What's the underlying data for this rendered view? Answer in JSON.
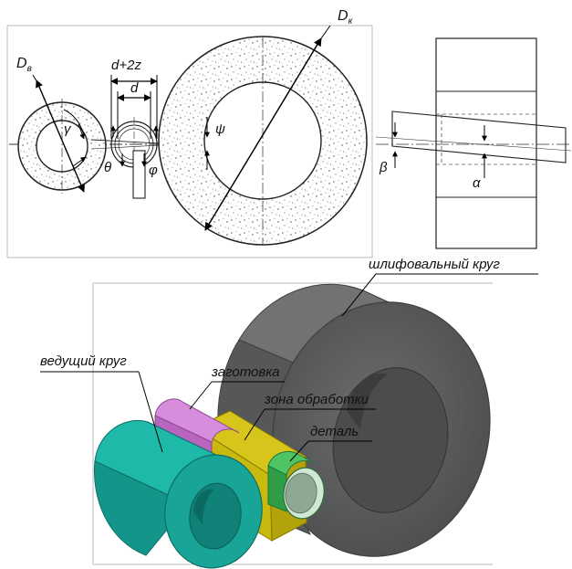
{
  "top_schematic": {
    "labels": {
      "feed_wheel_diameter": "D",
      "feed_wheel_diameter_sub": "в",
      "grinding_wheel_diameter": "D",
      "grinding_wheel_diameter_sub": "к",
      "stock_size": "d+2z",
      "part_diameter": "d",
      "gamma": "γ",
      "theta": "θ",
      "phi": "φ",
      "psi": "ψ",
      "beta": "β",
      "alpha": "α"
    }
  },
  "model_3d": {
    "labels": {
      "grinding_wheel": "шлифовальный круг",
      "feed_wheel": "ведущий круг",
      "workpiece": "заготовка",
      "machining_zone": "зона обработки",
      "part": "деталь"
    },
    "colors": {
      "grinding_wheel": "#5f6163",
      "feed_wheel": "#17a89a",
      "workpiece": "#c777cf",
      "machining_zone": "#c9b80e",
      "part": "#3cb55a"
    }
  }
}
